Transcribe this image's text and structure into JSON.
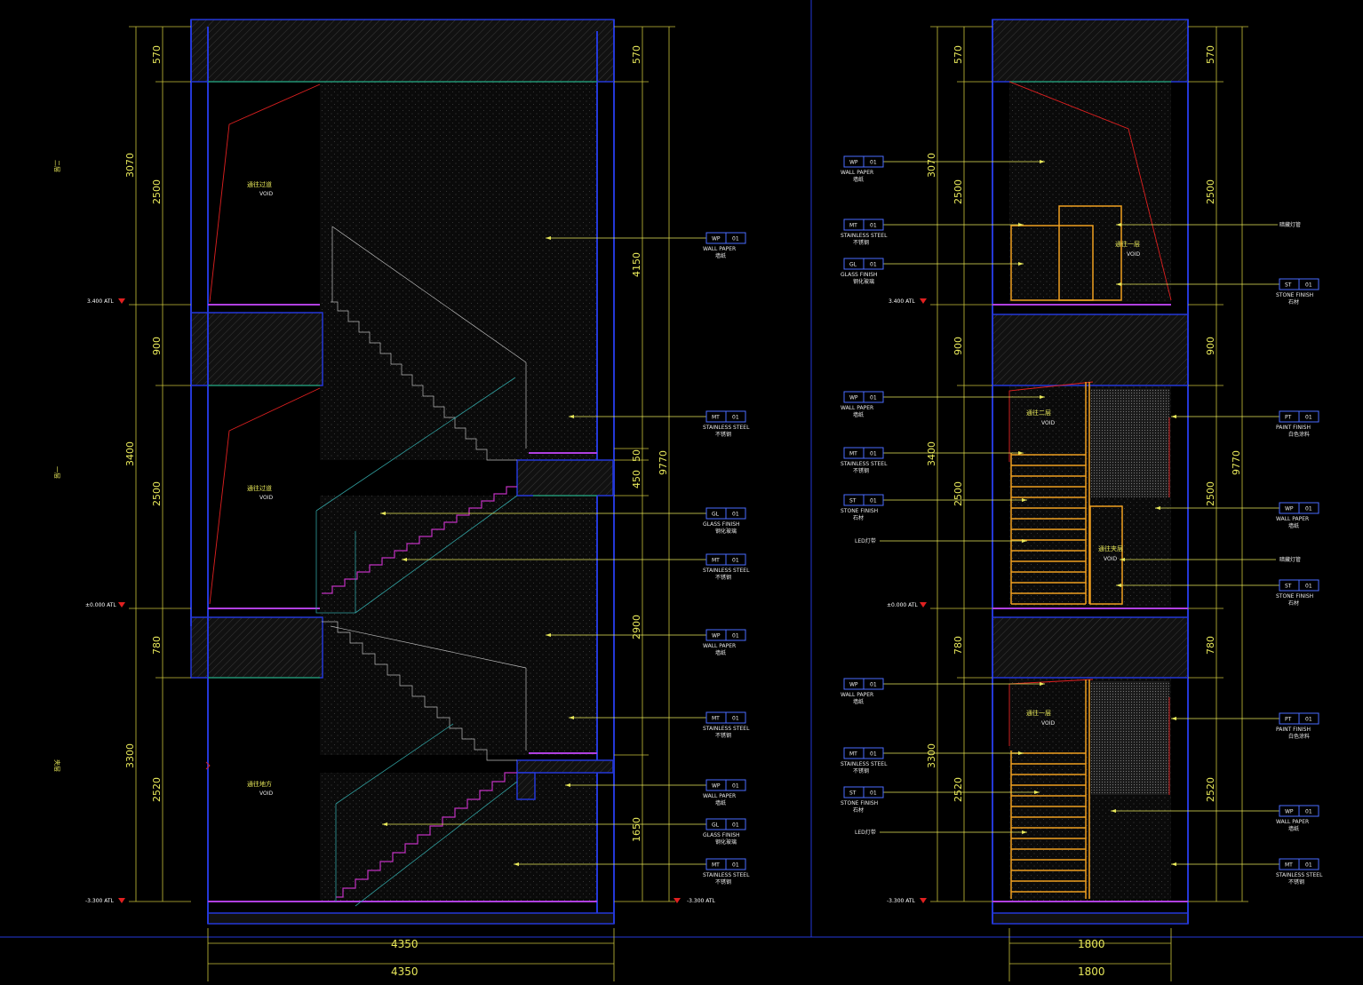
{
  "colors": {
    "background": "#000000",
    "wall": "#2438d8",
    "dimension": "#e8e85a",
    "leader": "#e8e85a",
    "tag_border": "#4a6cff",
    "level_marker": "#e02020",
    "stair_nose": "#c030c0",
    "glass": "#30a0a0",
    "floor_line": "#20c040",
    "skirting": "#b040e0"
  },
  "left_section": {
    "floor_labels": [
      {
        "text": "二层"
      },
      {
        "text": "一层"
      },
      {
        "text": "夹层"
      }
    ],
    "dims_left_outer": [
      "3070",
      "3400",
      "3300"
    ],
    "dims_left_inner": [
      "570",
      "2500",
      "900",
      "2500",
      "780",
      "2520"
    ],
    "dims_right_inner": [
      "570",
      "4150",
      "50",
      "450",
      "2900",
      "1650"
    ],
    "dim_total": "9770",
    "width_top": "4350",
    "width_bottom": "4350",
    "levels": [
      "3.400 ATL",
      "±0.000 ATL",
      "-3.300 ATL",
      "-3.300 ATL"
    ],
    "rooms": [
      {
        "text": "通往过道",
        "sub": "VOID"
      },
      {
        "text": "通往过道",
        "sub": "VOID"
      },
      {
        "text": "通往地方",
        "sub": "VOID"
      }
    ],
    "tags": [
      {
        "code": "WP",
        "num": "01",
        "en": "WALL PAPER",
        "cn": "墙纸"
      },
      {
        "code": "MT",
        "num": "01",
        "en": "STAINLESS STEEL",
        "cn": "不锈钢"
      },
      {
        "code": "GL",
        "num": "01",
        "en": "GLASS FINISH",
        "cn": "钢化玻璃"
      },
      {
        "code": "MT",
        "num": "01",
        "en": "STAINLESS STEEL",
        "cn": "不锈钢"
      },
      {
        "code": "WP",
        "num": "01",
        "en": "WALL PAPER",
        "cn": "墙纸"
      },
      {
        "code": "MT",
        "num": "01",
        "en": "STAINLESS STEEL",
        "cn": "不锈钢"
      },
      {
        "code": "WP",
        "num": "01",
        "en": "WALL PAPER",
        "cn": "墙纸"
      },
      {
        "code": "GL",
        "num": "01",
        "en": "GLASS FINISH",
        "cn": "钢化玻璃"
      },
      {
        "code": "MT",
        "num": "01",
        "en": "STAINLESS STEEL",
        "cn": "不锈钢"
      }
    ]
  },
  "right_section": {
    "dims_left_outer": [
      "3070",
      "3400",
      "3300"
    ],
    "dims_left_inner": [
      "570",
      "2500",
      "900",
      "2500",
      "780",
      "2520"
    ],
    "dims_right": [
      "570",
      "2500",
      "900",
      "2500",
      "780",
      "2520"
    ],
    "dim_total": "9770",
    "width_top": "1800",
    "width_bottom": "1800",
    "levels": [
      "3.400 ATL",
      "±0.000 ATL",
      "-3.300 ATL"
    ],
    "rooms": [
      {
        "text": "通往一层",
        "sub": "VOID"
      },
      {
        "text": "通往二层",
        "sub": "VOID"
      },
      {
        "text": "通往夹层",
        "sub": "VOID"
      },
      {
        "text": "通往一层",
        "sub": "VOID"
      }
    ],
    "tags_left": [
      {
        "code": "WP",
        "num": "01",
        "en": "WALL PAPER",
        "cn": "墙纸"
      },
      {
        "code": "MT",
        "num": "01",
        "en": "STAINLESS STEEL",
        "cn": "不锈钢"
      },
      {
        "code": "GL",
        "num": "01",
        "en": "GLASS FINISH",
        "cn": "钢化玻璃"
      },
      {
        "code": "WP",
        "num": "01",
        "en": "WALL PAPER",
        "cn": "墙纸"
      },
      {
        "code": "MT",
        "num": "01",
        "en": "STAINLESS STEEL",
        "cn": "不锈钢"
      },
      {
        "code": "ST",
        "num": "01",
        "en": "STONE FINISH",
        "cn": "石材"
      },
      {
        "code": "",
        "num": "",
        "en": "LED灯带",
        "cn": ""
      },
      {
        "code": "WP",
        "num": "01",
        "en": "WALL PAPER",
        "cn": "墙纸"
      },
      {
        "code": "MT",
        "num": "01",
        "en": "STAINLESS STEEL",
        "cn": "不锈钢"
      },
      {
        "code": "ST",
        "num": "01",
        "en": "STONE FINISH",
        "cn": "石材"
      },
      {
        "code": "",
        "num": "",
        "en": "LED灯带",
        "cn": ""
      }
    ],
    "tags_right": [
      {
        "code": "",
        "num": "",
        "en": "暗藏灯管",
        "cn": ""
      },
      {
        "code": "ST",
        "num": "01",
        "en": "STONE FINISH",
        "cn": "石材"
      },
      {
        "code": "PT",
        "num": "01",
        "en": "PAINT FINISH",
        "cn": "白色涂料"
      },
      {
        "code": "WP",
        "num": "01",
        "en": "WALL PAPER",
        "cn": "墙纸"
      },
      {
        "code": "",
        "num": "",
        "en": "暗藏灯管",
        "cn": ""
      },
      {
        "code": "ST",
        "num": "01",
        "en": "STONE FINISH",
        "cn": "石材"
      },
      {
        "code": "PT",
        "num": "01",
        "en": "PAINT FINISH",
        "cn": "白色涂料"
      },
      {
        "code": "WP",
        "num": "01",
        "en": "WALL PAPER",
        "cn": "墙纸"
      },
      {
        "code": "MT",
        "num": "01",
        "en": "STAINLESS STEEL",
        "cn": "不锈钢"
      }
    ]
  }
}
